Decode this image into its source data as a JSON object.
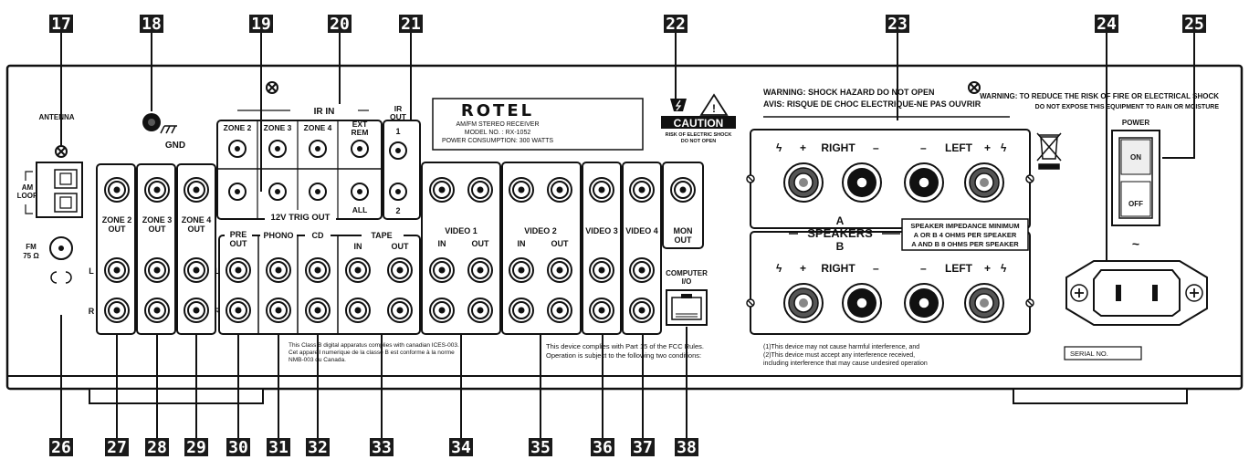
{
  "callouts": {
    "top": [
      "17",
      "18",
      "19",
      "20",
      "21",
      "22",
      "23",
      "24",
      "25"
    ],
    "bottom": [
      "26",
      "27",
      "28",
      "29",
      "30",
      "31",
      "32",
      "33",
      "34",
      "35",
      "36",
      "37",
      "38"
    ]
  },
  "labels": {
    "antenna": "ANTENNA",
    "am_loop_1": "AM",
    "am_loop_2": "LOOP",
    "fm_1": "FM",
    "fm_2": "75 Ω",
    "gnd": "GND",
    "ir_in": "IR IN",
    "zone2": "ZONE 2",
    "zone3": "ZONE 3",
    "zone4": "ZONE 4",
    "ext_rem_1": "EXT",
    "ext_rem_2": "REM",
    "ir_out_1": "IR",
    "ir_out_2": "OUT",
    "ir_out_n1": "1",
    "ir_out_n2": "2",
    "all": "ALL",
    "trig_out": "12V TRIG OUT",
    "zone2_out_1": "ZONE 2",
    "zone2_out_2": "OUT",
    "zone3_out_1": "ZONE 3",
    "zone3_out_2": "OUT",
    "zone4_out_1": "ZONE 4",
    "zone4_out_2": "OUT",
    "pre_out_1": "PRE",
    "pre_out_2": "OUT",
    "phono": "PHONO",
    "cd": "CD",
    "tape": "TAPE",
    "in": "IN",
    "out": "OUT",
    "video1": "VIDEO 1",
    "video2": "VIDEO 2",
    "video3": "VIDEO 3",
    "video4": "VIDEO 4",
    "mon_out_1": "MON",
    "mon_out_2": "OUT",
    "computer_io_1": "COMPUTER",
    "computer_io_2": "I/O",
    "ch_l": "L",
    "ch_r": "R",
    "brand": "ROTEL",
    "model_1": "AM/FM STEREO RECEIVER",
    "model_2": "MODEL NO. : RX-1052",
    "model_3": "POWER CONSUMPTION: 300 WATTS",
    "caution": "CAUTION",
    "caution_sub_1": "RISK OF ELECTRIC SHOCK",
    "caution_sub_2": "DO NOT OPEN",
    "warning_1": "WARNING:  SHOCK HAZARD DO NOT OPEN",
    "warning_2": "AVIS:  RISQUE DE CHOC ELECTRIQUE-NE PAS OUVRIR",
    "warning_3": "WARNING: TO REDUCE THE RISK OF FIRE OR ELECTRICAL SHOCK",
    "warning_4": "DO NOT EXPOSE THIS EQUIPMENT TO RAIN OR MOISTURE",
    "right": "RIGHT",
    "left": "LEFT",
    "speakers_a": "A",
    "speakers": "SPEAKERS",
    "speakers_b": "B",
    "impedance_1": "SPEAKER IMPEDANCE MINIMUM",
    "impedance_2": "A OR B 4 OHMS PER SPEAKER",
    "impedance_3": "A AND B 8 OHMS PER SPEAKER",
    "power": "POWER",
    "on": "ON",
    "off": "OFF",
    "serial": "SERIAL NO.",
    "canada_1": "This Class B digital apparatus complies with canadian ICES-003.",
    "canada_2": "Cet appareil numerique de la classe B est conforme à la norme",
    "canada_3": "NMB-003 du Canada.",
    "fcc_1": "This device complies with Part 15 of the FCC Rules.",
    "fcc_2": "Operation is subject to the following two conditions:",
    "fcc_3": "(1)This device may not cause harmful interference, and",
    "fcc_4": "(2)This device must accept any interference received,",
    "fcc_5": "including interference that may cause undesired operation"
  },
  "colors": {
    "ink": "#111111",
    "panel": "#ffffff",
    "callout_bg": "#1a1a1a",
    "callout_fg": "#ffffff"
  }
}
